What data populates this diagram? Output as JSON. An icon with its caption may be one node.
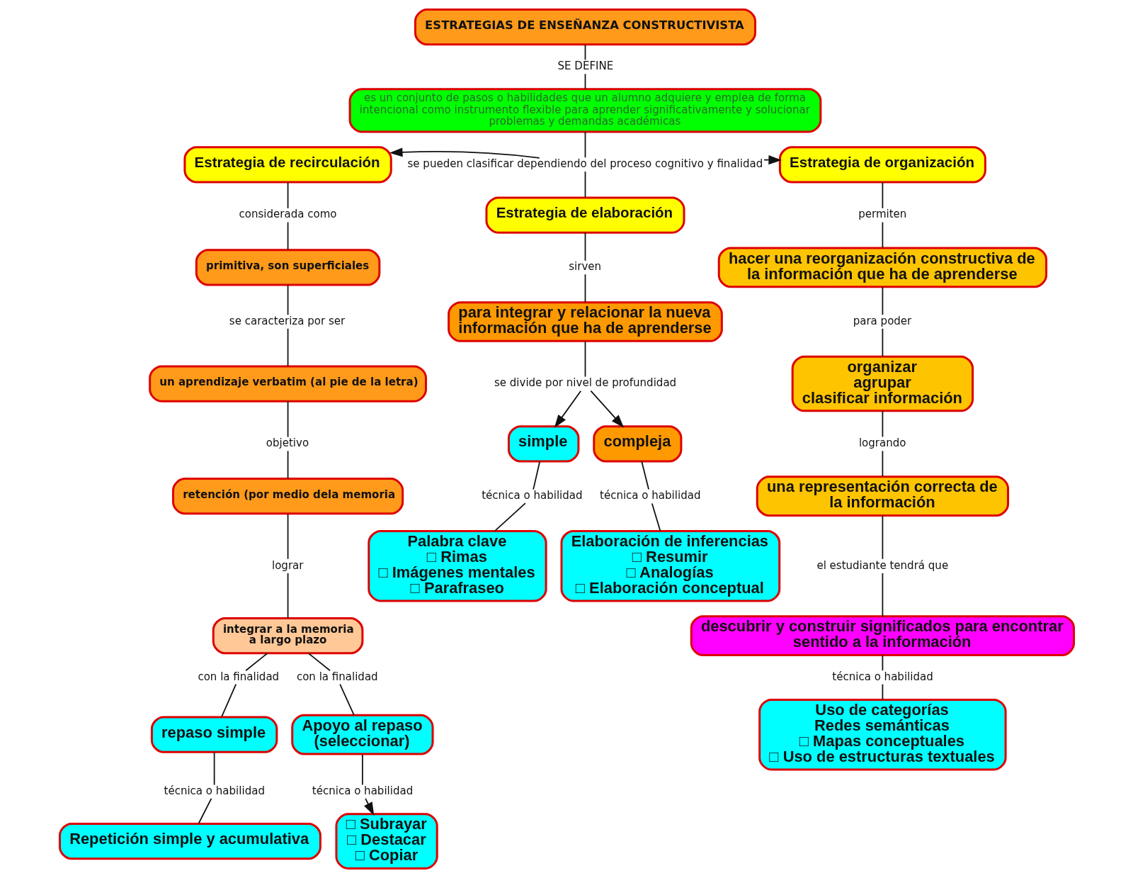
{
  "diagram": {
    "nodes": [
      {
        "text": [
          "ESTRATEGIAS DE ENSEÑANZA CONSTRUCTIVISTA"
        ]
      },
      {
        "text": [
          "SE DEFINE"
        ]
      },
      {
        "text": [
          "es un conjunto de pasos o habilidades que un alumno adquiere y emplea de forma intencional como instrumento flexible para aprender significativamente y solucionar problemas y demandas académicas"
        ]
      },
      {
        "text": [
          "Estrategia de recirculación"
        ]
      },
      {
        "text": [
          "se pueden clasificar dependiendo del proceso cognitivo y finalidad"
        ]
      },
      {
        "text": [
          "Estrategia de organización"
        ]
      },
      {
        "text": [
          "Estrategia de elaboración"
        ]
      },
      {
        "text": [
          "considerada como"
        ]
      },
      {
        "text": [
          "primitiva, son superficiales"
        ]
      },
      {
        "text": [
          "se caracteriza por ser"
        ]
      },
      {
        "text": [
          "un aprendizaje verbatim (al pie de la letra)"
        ]
      },
      {
        "text": [
          "objetivo"
        ]
      },
      {
        "text": [
          "retención (por medio dela memoria"
        ]
      },
      {
        "text": [
          "lograr"
        ]
      },
      {
        "text": [
          "integrar a la memoria a largo plazo"
        ]
      },
      {
        "text": [
          "con la finalidad"
        ]
      },
      {
        "text": [
          "con la finalidad"
        ]
      },
      {
        "text": [
          "repaso simple"
        ]
      },
      {
        "text": [
          "Apoyo al repaso (seleccionar)"
        ]
      },
      {
        "text": [
          "técnica o habilidad"
        ]
      },
      {
        "text": [
          "técnica o habilidad"
        ]
      },
      {
        "text": [
          "Repetición simple y acumulativa"
        ]
      },
      {
        "text": [
          "□ Subrayar",
          "□ Destacar",
          "□ Copiar"
        ]
      },
      {
        "text": [
          "sirven"
        ]
      },
      {
        "text": [
          "para integrar y relacionar la nueva información que ha de aprenderse"
        ]
      },
      {
        "text": [
          "se divide por nivel de profundidad"
        ]
      },
      {
        "text": [
          "simple"
        ]
      },
      {
        "text": [
          "compleja"
        ]
      },
      {
        "text": [
          "técnica o habilidad"
        ]
      },
      {
        "text": [
          "técnica o habilidad"
        ]
      },
      {
        "text": [
          "Palabra clave",
          "□ Rimas",
          "□ Imágenes mentales",
          "□ Parafraseo"
        ]
      },
      {
        "text": [
          "Elaboración de inferencias",
          "□ Resumir",
          "□ Analogías",
          "□ Elaboración conceptual"
        ]
      },
      {
        "text": [
          "permiten"
        ]
      },
      {
        "text": [
          "hacer una reorganización constructiva de la información que ha de aprenderse"
        ]
      },
      {
        "text": [
          "para poder"
        ]
      },
      {
        "text": [
          "organizar",
          "agrupar",
          "clasificar información"
        ]
      },
      {
        "text": [
          "logrando"
        ]
      },
      {
        "text": [
          "una representación correcta de la información"
        ]
      },
      {
        "text": [
          "el estudiante tendrá que"
        ]
      },
      {
        "text": [
          "descubrir y construir significados para encontrar sentido a la información"
        ]
      },
      {
        "text": [
          "técnica o habilidad"
        ]
      },
      {
        "text": [
          "Uso de categorías",
          "Redes semánticas",
          "□ Mapas conceptuales",
          "□ Uso de estructuras textuales"
        ]
      }
    ],
    "edges": [
      {
        "from": 0,
        "to": 1,
        "arrow": "none"
      },
      {
        "from": 1,
        "to": 2,
        "arrow": "none"
      },
      {
        "from": 2,
        "to": 4,
        "arrow": "none"
      },
      {
        "from": 4,
        "to": 3,
        "arrow": "to"
      },
      {
        "from": 4,
        "to": 5,
        "arrow": "to"
      },
      {
        "from": 4,
        "to": 6,
        "arrow": "none"
      },
      {
        "from": 3,
        "to": 7,
        "arrow": "none"
      },
      {
        "from": 7,
        "to": 8,
        "arrow": "none"
      },
      {
        "from": 8,
        "to": 9,
        "arrow": "none"
      },
      {
        "from": 9,
        "to": 10,
        "arrow": "none"
      },
      {
        "from": 10,
        "to": 11,
        "arrow": "none"
      },
      {
        "from": 11,
        "to": 12,
        "arrow": "none"
      },
      {
        "from": 12,
        "to": 13,
        "arrow": "none"
      },
      {
        "from": 13,
        "to": 14,
        "arrow": "none"
      },
      {
        "from": 14,
        "to": 15,
        "arrow": "none"
      },
      {
        "from": 14,
        "to": 16,
        "arrow": "none"
      },
      {
        "from": 15,
        "to": 17,
        "arrow": "none"
      },
      {
        "from": 16,
        "to": 18,
        "arrow": "none"
      },
      {
        "from": 17,
        "to": 19,
        "arrow": "none"
      },
      {
        "from": 19,
        "to": 21,
        "arrow": "none"
      },
      {
        "from": 18,
        "to": 20,
        "arrow": "none"
      },
      {
        "from": 20,
        "to": 22,
        "arrow": "to"
      },
      {
        "from": 6,
        "to": 23,
        "arrow": "none"
      },
      {
        "from": 23,
        "to": 24,
        "arrow": "none"
      },
      {
        "from": 24,
        "to": 25,
        "arrow": "none"
      },
      {
        "from": 25,
        "to": 26,
        "arrow": "to"
      },
      {
        "from": 25,
        "to": 27,
        "arrow": "to"
      },
      {
        "from": 26,
        "to": 28,
        "arrow": "none"
      },
      {
        "from": 28,
        "to": 30,
        "arrow": "none"
      },
      {
        "from": 27,
        "to": 29,
        "arrow": "none"
      },
      {
        "from": 29,
        "to": 31,
        "arrow": "none"
      },
      {
        "from": 5,
        "to": 32,
        "arrow": "none"
      },
      {
        "from": 32,
        "to": 33,
        "arrow": "none"
      },
      {
        "from": 33,
        "to": 34,
        "arrow": "none"
      },
      {
        "from": 34,
        "to": 35,
        "arrow": "none"
      },
      {
        "from": 35,
        "to": 36,
        "arrow": "none"
      },
      {
        "from": 36,
        "to": 37,
        "arrow": "none"
      },
      {
        "from": 37,
        "to": 38,
        "arrow": "none"
      },
      {
        "from": 38,
        "to": 39,
        "arrow": "none"
      },
      {
        "from": 39,
        "to": 40,
        "arrow": "none"
      },
      {
        "from": 40,
        "to": 41,
        "arrow": "none"
      }
    ]
  }
}
